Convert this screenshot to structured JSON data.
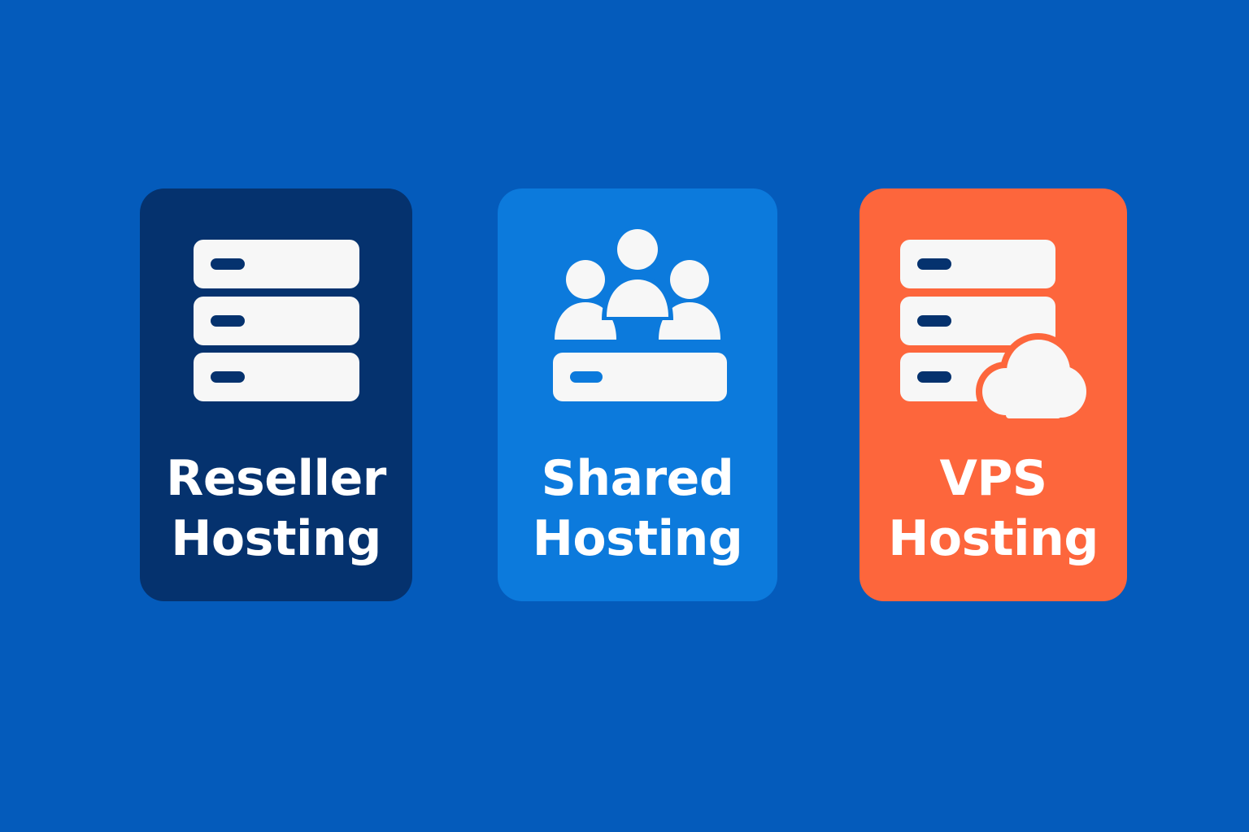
{
  "background_color": "#045bbb",
  "cards": [
    {
      "id": "reseller",
      "line1": "Reseller",
      "line2": "Hosting",
      "color": "#05326e",
      "icon": "server-stack-icon"
    },
    {
      "id": "shared",
      "line1": "Shared",
      "line2": "Hosting",
      "color": "#0c7adc",
      "icon": "users-server-icon"
    },
    {
      "id": "vps",
      "line1": "VPS",
      "line2": "Hosting",
      "color": "#fd663c",
      "icon": "server-cloud-icon"
    }
  ]
}
